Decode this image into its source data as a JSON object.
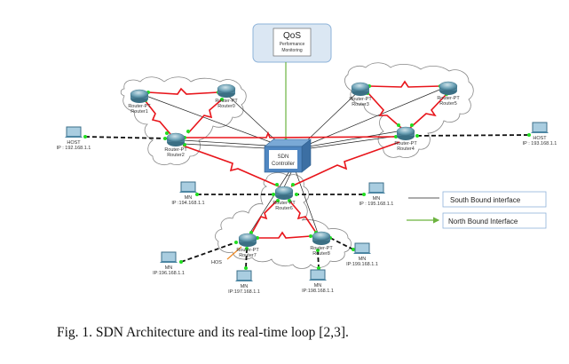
{
  "qos": {
    "title": "QoS",
    "line1": "Performance",
    "line2": "Monitoring"
  },
  "controller": {
    "line1": "SDN",
    "line2": "Controller"
  },
  "routers": [
    {
      "id": "r1",
      "type": "Router-PT",
      "name": "Router1"
    },
    {
      "id": "r0",
      "type": "Router-PT",
      "name": "Router0"
    },
    {
      "id": "r2",
      "type": "Router-PT",
      "name": "Router2"
    },
    {
      "id": "r3",
      "type": "Router-PT",
      "name": "Router3"
    },
    {
      "id": "r5",
      "type": "Router-PT",
      "name": "Router5"
    },
    {
      "id": "r4",
      "type": "Router-PT",
      "name": "Router4"
    },
    {
      "id": "r6",
      "type": "Router-PT",
      "name": "Router6"
    },
    {
      "id": "r7",
      "type": "Router-PT",
      "name": "Router7"
    },
    {
      "id": "r8",
      "type": "Router-PT",
      "name": "Router8"
    }
  ],
  "hosts": [
    {
      "id": "h-left",
      "role": "HOST",
      "ip": "IP : 192.168.1.1"
    },
    {
      "id": "h-right",
      "role": "HOST",
      "ip": "IP : 193.168.1.1"
    },
    {
      "id": "mn-194",
      "role": "MN",
      "ip": "IP :194.168.1.1"
    },
    {
      "id": "mn-195",
      "role": "MN",
      "ip": "IP : 195.168.1.1"
    },
    {
      "id": "mn-196",
      "role": "MN",
      "ip": "IP:196.168.1.1"
    },
    {
      "id": "mn-197",
      "role": "MN",
      "ip": "IP:197.168.1.1"
    },
    {
      "id": "mn-198",
      "role": "MN",
      "ip": "IP:198.168.1.1"
    },
    {
      "id": "mn-199",
      "role": "MN",
      "ip": "IP:199.168.1.1"
    }
  ],
  "host_tag": "HOS",
  "legend": {
    "south": "South Bound interface",
    "north": "North Bound Interface"
  },
  "colors": {
    "serial_link": "#e8151b",
    "southbound": "#222222",
    "northbound": "#6cb33f",
    "port": "#22dd22",
    "cloud_stroke": "#888888",
    "controller": "#4f86c1",
    "qos_bg": "#dbe7f3",
    "legend_border": "#8eb3d9"
  },
  "caption": "Fig. 1. SDN Architecture and its real-time loop [2,3]."
}
